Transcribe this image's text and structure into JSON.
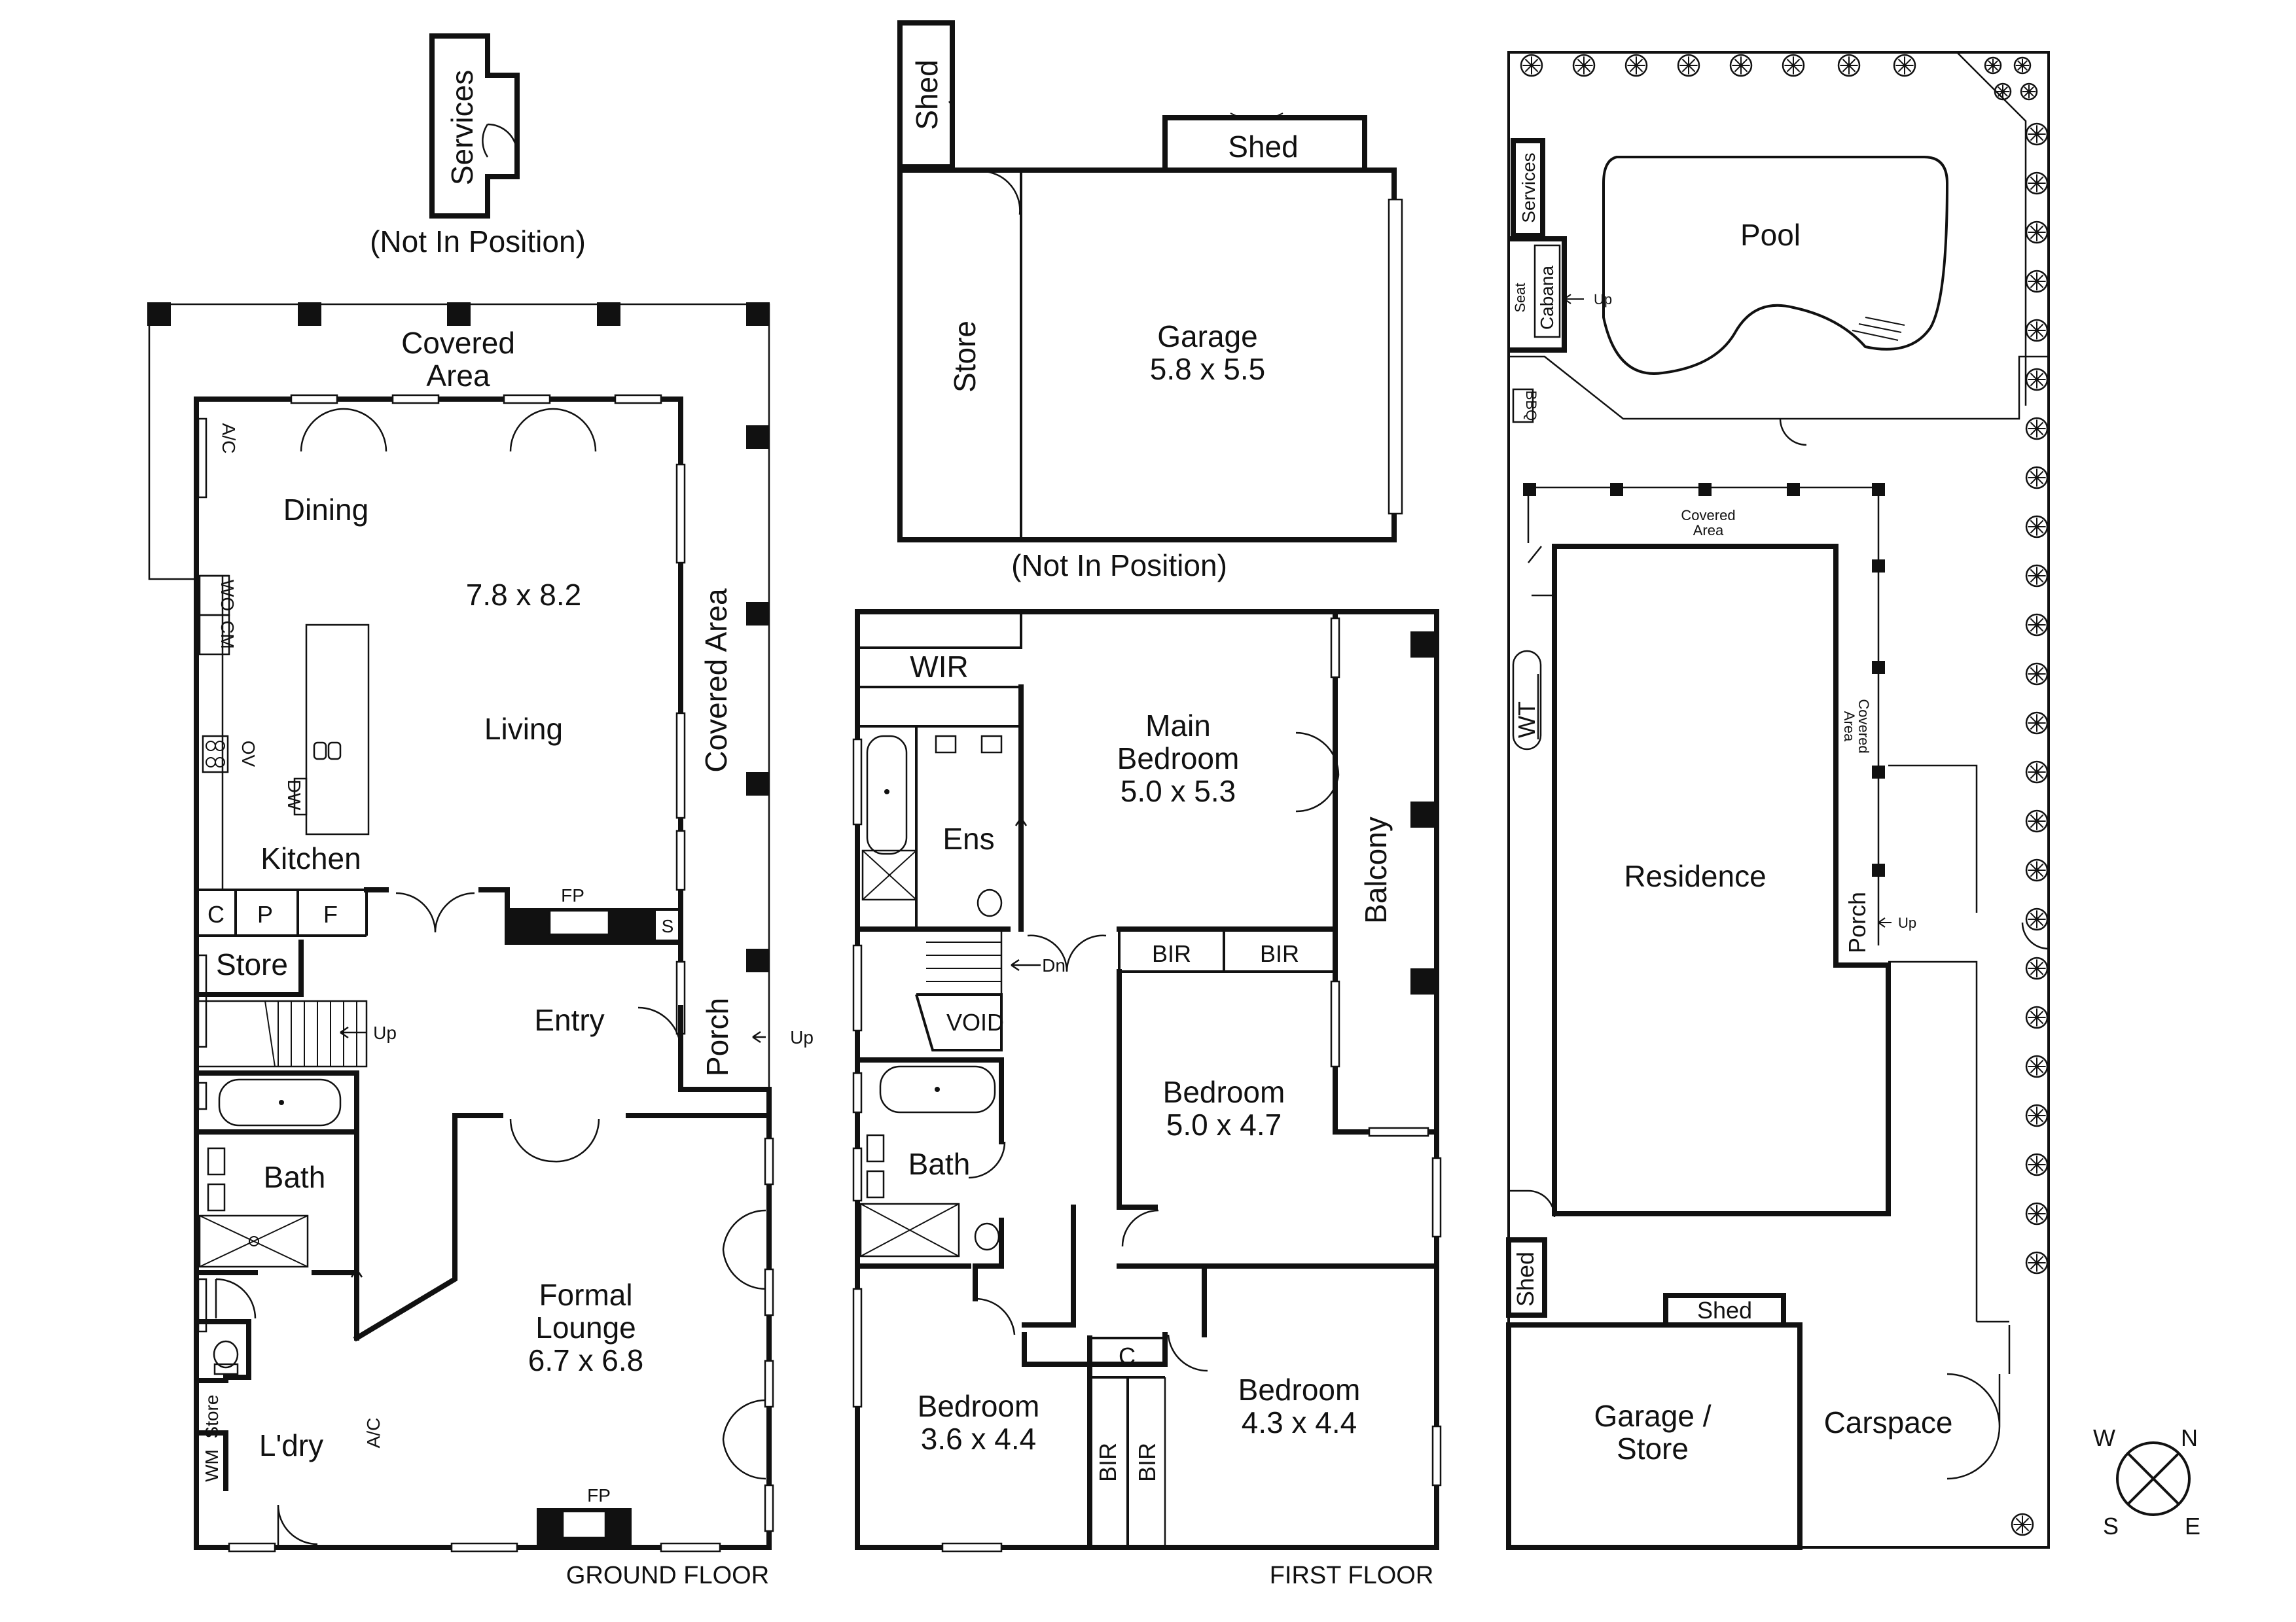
{
  "labels": {
    "services_gf": "Services",
    "not_in_position_1": "(Not In Position)",
    "covered_area_1": "Covered",
    "covered_area_2": "Area",
    "ac_1": "A/C",
    "dining": "Dining",
    "living_dim": "7.8 x 8.2",
    "living": "Living",
    "wo": "WO",
    "cm": "CM",
    "ov": "OV",
    "dw": "DW",
    "kitchen": "Kitchen",
    "c_gf": "C",
    "p": "P",
    "f": "F",
    "fp_1": "FP",
    "s": "S",
    "store_gf": "Store",
    "up_stairs": "Up",
    "entry": "Entry",
    "covered_area_side": "Covered Area",
    "porch_gf": "Porch",
    "up_porch": "Up",
    "bath_gf": "Bath",
    "formal_lounge_1": "Formal",
    "formal_lounge_2": "Lounge",
    "formal_lounge_dim": "6.7 x 6.8",
    "store_ldry": "Store",
    "ldry": "L'dry",
    "ac_2": "A/C",
    "wm": "WM",
    "fp_2": "FP",
    "ground_floor": "GROUND FLOOR",
    "shed_small": "Shed",
    "shed_garage": "Shed",
    "store_garage": "Store",
    "garage": "Garage",
    "garage_dim": "5.8 x 5.5",
    "not_in_position_2": "(Not In Position)",
    "wir": "WIR",
    "main_bed_1": "Main",
    "main_bed_2": "Bedroom",
    "main_bed_dim": "5.0 x 5.3",
    "ens": "Ens",
    "balcony": "Balcony",
    "dn": "Dn",
    "void": "VOID",
    "bir_1": "BIR",
    "bir_2": "BIR",
    "bed2": "Bedroom",
    "bed2_dim": "5.0 x 4.7",
    "bath_ff": "Bath",
    "c_ff": "C",
    "bed3": "Bedroom",
    "bed3_dim": "3.6 x 4.4",
    "bir_3": "BIR",
    "bir_4": "BIR",
    "bed4": "Bedroom",
    "bed4_dim": "4.3 x 4.4",
    "first_floor": "FIRST FLOOR",
    "pool": "Pool",
    "services_site": "Services",
    "seat": "Seat",
    "cabana": "Cabana",
    "up_cabana": "Up",
    "bbq": "BBQ",
    "covered_site_top_1": "Covered",
    "covered_site_top_2": "Area",
    "wt": "WT",
    "covered_site_side_1": "Covered",
    "covered_site_side_2": "Area",
    "residence": "Residence",
    "porch_site": "Porch",
    "up_site": "Up",
    "shed_site_1": "Shed",
    "shed_site_2": "Shed",
    "garage_store_1": "Garage /",
    "garage_store_2": "Store",
    "carspace": "Carspace",
    "compass_w": "W",
    "compass_n": "N",
    "compass_s": "S",
    "compass_e": "E"
  }
}
